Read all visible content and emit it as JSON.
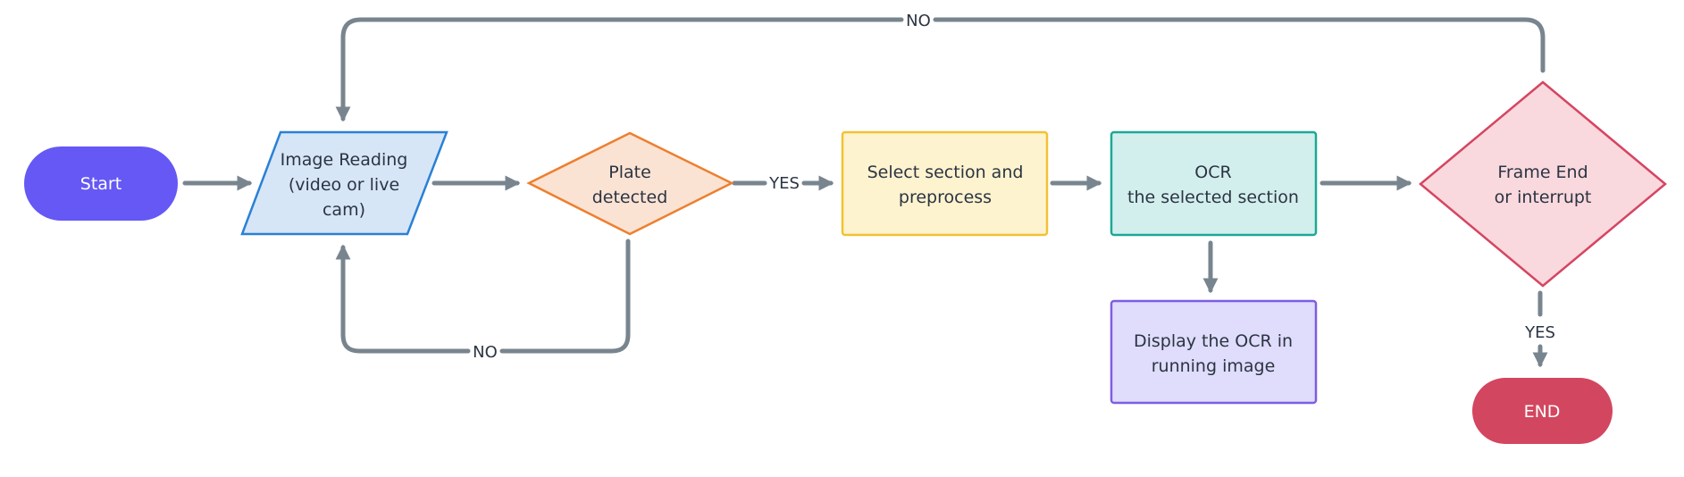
{
  "nodes": {
    "start": {
      "label": "Start",
      "shape": "terminal",
      "fill": "#6558f5",
      "stroke": "#6558f5"
    },
    "image_reading": {
      "lines": [
        "Image Reading",
        "(video or live",
        "cam)"
      ],
      "shape": "parallelogram",
      "fill": "#d6e6f7",
      "stroke": "#2a80d6"
    },
    "plate_detected": {
      "lines": [
        "Plate",
        "detected"
      ],
      "shape": "diamond",
      "fill": "#fbe3d4",
      "stroke": "#ee7f2e"
    },
    "select_section": {
      "lines": [
        "Select section and",
        "preprocess"
      ],
      "shape": "process",
      "fill": "#fdf3cf",
      "stroke": "#f1c232"
    },
    "ocr": {
      "lines": [
        "OCR",
        "the selected section"
      ],
      "shape": "process",
      "fill": "#d3efed",
      "stroke": "#1aa996"
    },
    "display_ocr": {
      "lines": [
        "Display the OCR in",
        "running image"
      ],
      "shape": "process",
      "fill": "#dfdcfc",
      "stroke": "#7e5ee0"
    },
    "frame_end": {
      "lines": [
        "Frame End",
        "or interrupt"
      ],
      "shape": "diamond",
      "fill": "#f9d9de",
      "stroke": "#d64561"
    },
    "end": {
      "label": "END",
      "shape": "terminal",
      "fill": "#d34660",
      "stroke": "#d34660"
    }
  },
  "edges": {
    "plate_yes": "YES",
    "plate_no": "NO",
    "frame_no": "NO",
    "frame_yes": "YES"
  },
  "colors": {
    "edge": "#78858f",
    "text": "#2b3442"
  }
}
